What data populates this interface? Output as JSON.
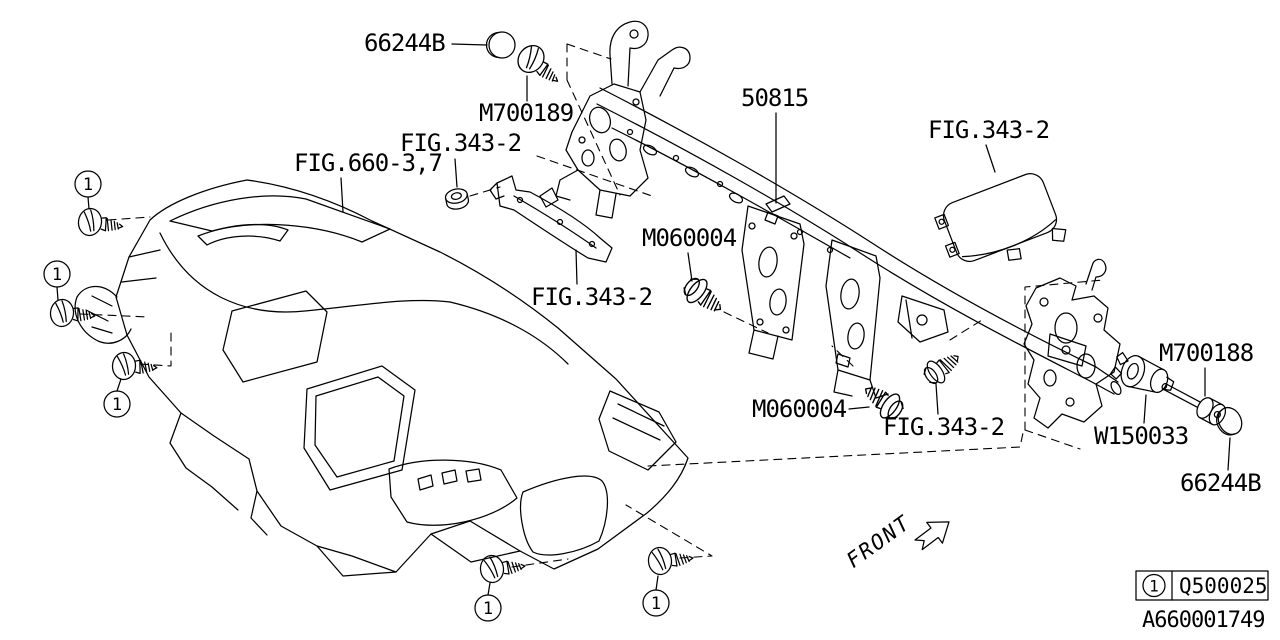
{
  "diagram": {
    "colors": {
      "background": "#ffffff",
      "line": "#000000"
    },
    "labels": [
      {
        "id": "cap-top",
        "text": "66244B"
      },
      {
        "id": "screw-top",
        "text": "M700189"
      },
      {
        "id": "fig-ref-nut",
        "text": "FIG.343-2"
      },
      {
        "id": "fig-ref-panel",
        "text": "FIG.660-3,7"
      },
      {
        "id": "beam",
        "text": "50815"
      },
      {
        "id": "fig-ref-airbag",
        "text": "FIG.343-2"
      },
      {
        "id": "bolt-center-upper",
        "text": "M060004"
      },
      {
        "id": "fig-ref-bracket",
        "text": "FIG.343-2"
      },
      {
        "id": "bolt-center-lower",
        "text": "M060004"
      },
      {
        "id": "fig-ref-stud",
        "text": "FIG.343-2"
      },
      {
        "id": "bolt-side",
        "text": "M700188"
      },
      {
        "id": "spacer",
        "text": "W150033"
      },
      {
        "id": "cap-bottom",
        "text": "66244B"
      }
    ],
    "callout_symbol": "1",
    "front_label": "FRONT",
    "legend": {
      "callout": "1",
      "part_number": "Q500025"
    },
    "drawing_number": "A660001749"
  }
}
